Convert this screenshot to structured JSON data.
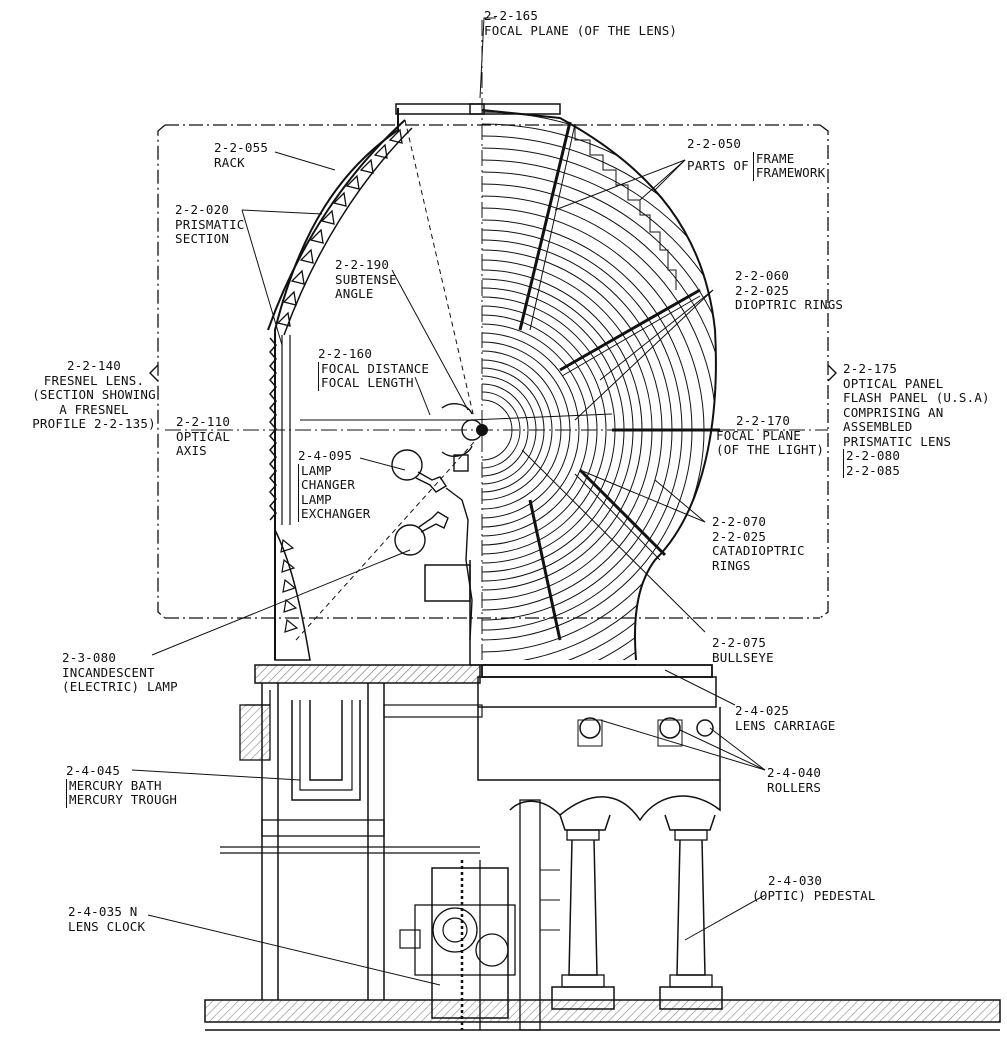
{
  "labels": {
    "focal_plane_lens": {
      "code": "2-2-165",
      "text": "FOCAL PLANE (OF THE LENS)"
    },
    "rack": {
      "code": "2-2-055",
      "text": "RACK"
    },
    "prismatic_section": {
      "code": "2-2-020",
      "line1": "PRISMATIC",
      "line2": "SECTION"
    },
    "subtense_angle": {
      "code": "2-2-190",
      "line1": "SUBTENSE",
      "line2": "ANGLE"
    },
    "focal_distance": {
      "code": "2-2-160",
      "line1": "FOCAL DISTANCE",
      "line2": "FOCAL LENGTH"
    },
    "fresnel_lens": {
      "code": "2-2-140",
      "line1": "FRESNEL LENS.",
      "line2": "(SECTION SHOWING",
      "line3": "A FRESNEL",
      "line4": "PROFILE 2-2-135)"
    },
    "optical_axis": {
      "code": "2-2-110",
      "line1": "OPTICAL",
      "line2": "AXIS"
    },
    "lamp_changer": {
      "code": "2-4-095",
      "line1": "LAMP",
      "line2": "CHANGER",
      "line3": "LAMP",
      "line4": "EXCHANGER"
    },
    "frame": {
      "code": "2-2-050",
      "prefix": "PARTS OF",
      "line1": "FRAME",
      "line2": "FRAMEWORK"
    },
    "dioptric_rings": {
      "code1": "2-2-060",
      "code2": "2-2-025",
      "text": "DIOPTRIC RINGS"
    },
    "optical_panel": {
      "code": "2-2-175",
      "line1": "OPTICAL PANEL",
      "line2": "FLASH PANEL (U.S.A)",
      "line3": "COMPRISING AN",
      "line4": "ASSEMBLED",
      "line5": "PRISMATIC LENS",
      "code2": "2-2-080",
      "code3": "2-2-085"
    },
    "focal_plane_light": {
      "code": "2-2-170",
      "line1": "FOCAL PLANE",
      "line2": "(OF THE LIGHT)"
    },
    "catadioptric_rings": {
      "code1": "2-2-070",
      "code2": "2-2-025",
      "line1": "CATADIOPTRIC",
      "line2": "RINGS"
    },
    "bullseye": {
      "code": "2-2-075",
      "text": "BULLSEYE"
    },
    "incandescent_lamp": {
      "code": "2-3-080",
      "line1": "INCANDESCENT",
      "line2": "(ELECTRIC) LAMP"
    },
    "lens_carriage": {
      "code": "2-4-025",
      "text": "LENS CARRIAGE"
    },
    "mercury_bath": {
      "code": "2-4-045",
      "line1": "MERCURY BATH",
      "line2": "MERCURY TROUGH"
    },
    "rollers": {
      "code": "2-4-040",
      "text": "ROLLERS"
    },
    "pedestal": {
      "code": "2-4-030",
      "text": "(OPTIC) PEDESTAL"
    },
    "lens_clock": {
      "code": "2-4-035 N",
      "text": "LENS CLOCK"
    }
  }
}
